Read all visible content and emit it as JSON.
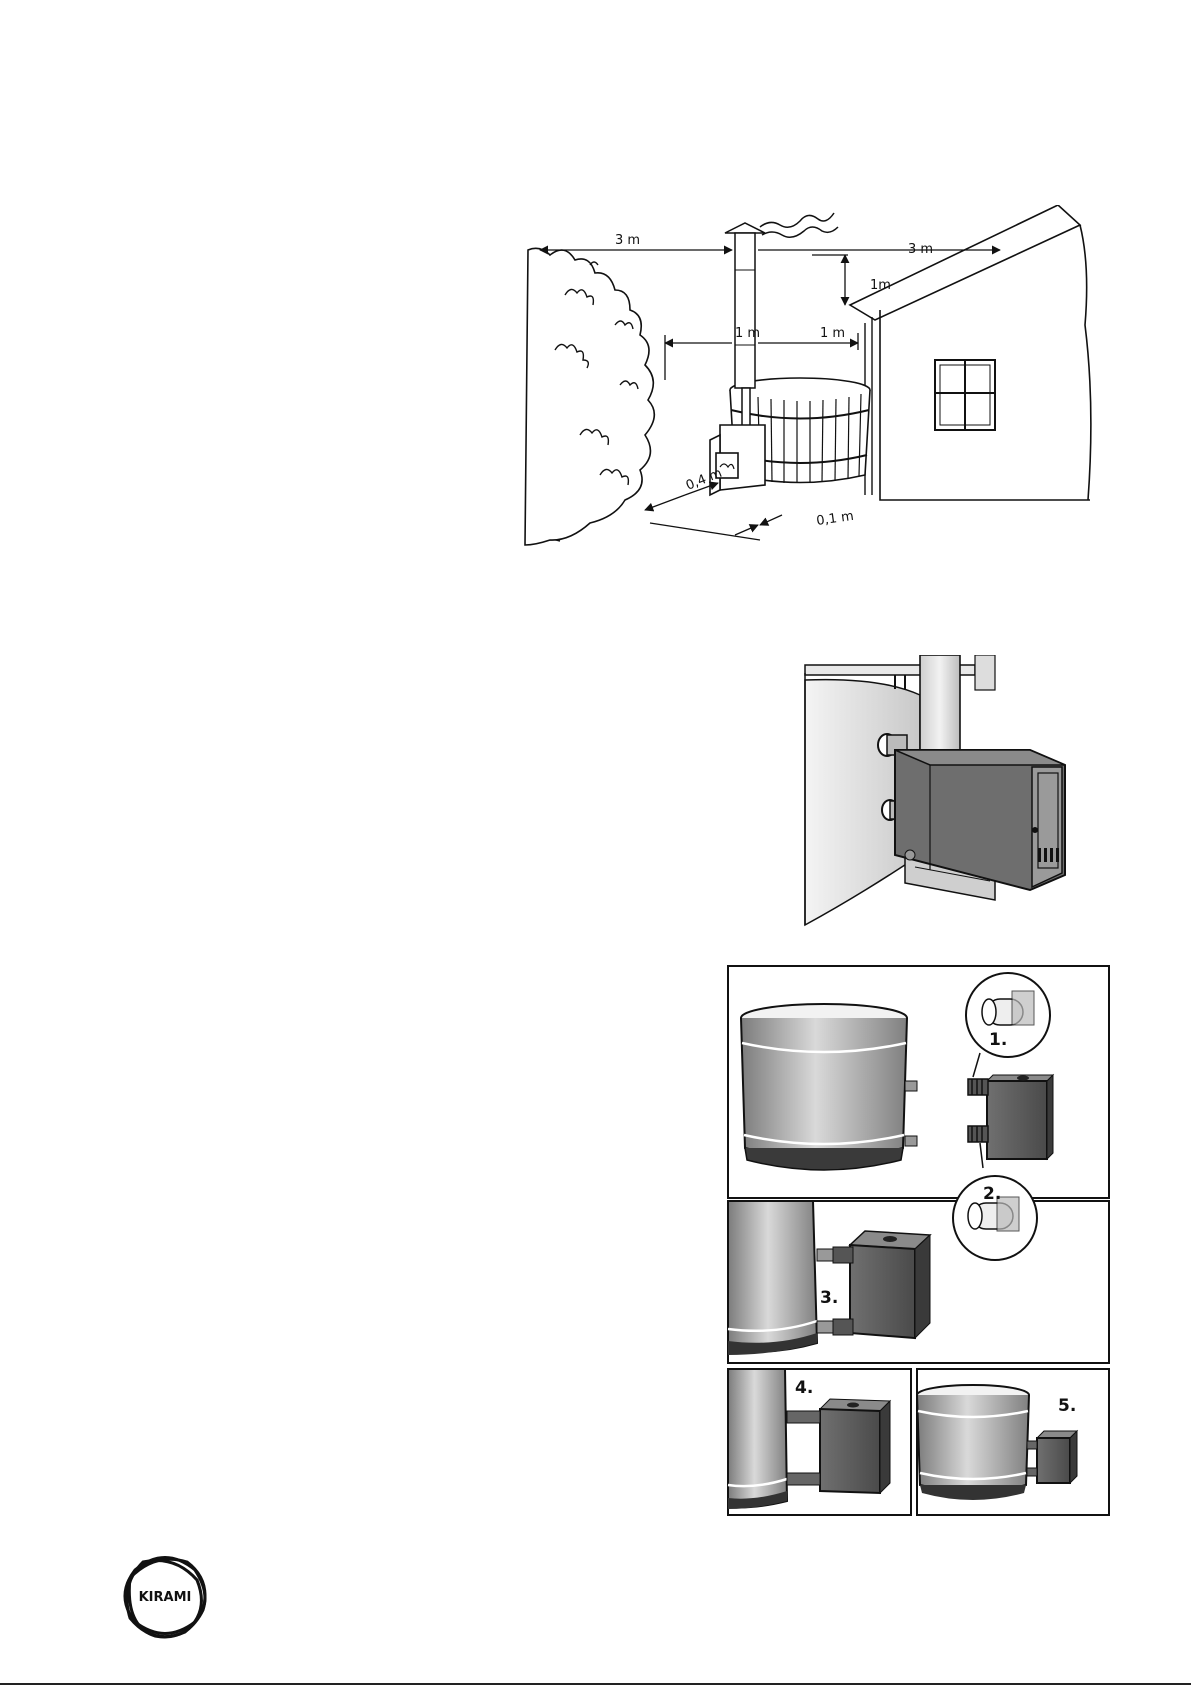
{
  "clearance_diagram": {
    "dim_left_top": "3 m",
    "dim_right_top": "3 m",
    "dim_height": "1m",
    "dim_left_mid": "1 m",
    "dim_right_mid": "1 m",
    "dim_front": "0,4 m",
    "dim_side": "0,1 m"
  },
  "steps": {
    "step1": "1.",
    "step2": "2.",
    "step3": "3.",
    "step4": "4.",
    "step5": "5."
  },
  "logo": {
    "text": "KIRAMI"
  }
}
